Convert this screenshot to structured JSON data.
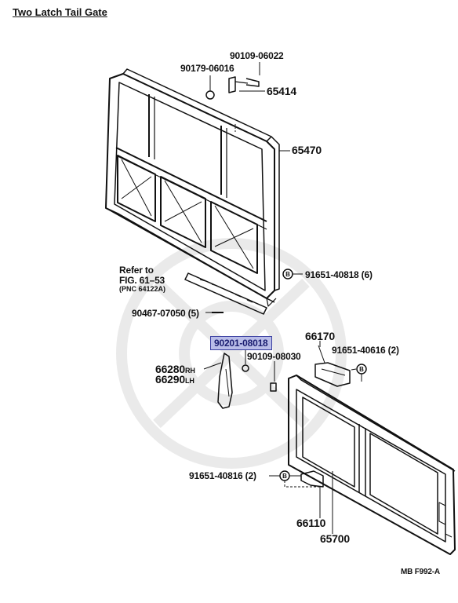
{
  "title": "Two Latch Tail Gate",
  "parts": {
    "p90109_06022": "90109-06022",
    "p90179_06016": "90179-06016",
    "p65414": "65414",
    "p65470": "65470",
    "refer_line1": "Refer to",
    "refer_line2": "FIG. 61–53",
    "refer_line3": "(PNC 64122A)",
    "p91651_40818": "91651-40818 (6)",
    "p90467_07050": "90467-07050 (5)",
    "p90201_08018": "90201-08018",
    "p66170": "66170",
    "p91651_40616": "91651-40616 (2)",
    "p90109_08030": "90109-08030",
    "p66280": "66280",
    "p66280_side": "RH",
    "p66290": "66290",
    "p66290_side": "LH",
    "p91651_40816": "91651-40816 (2)",
    "p66110": "66110",
    "p65700": "65700"
  },
  "highlight": {
    "part": "90201-08018",
    "color": "#b9bde8"
  },
  "footer_code": "MB F992-A"
}
